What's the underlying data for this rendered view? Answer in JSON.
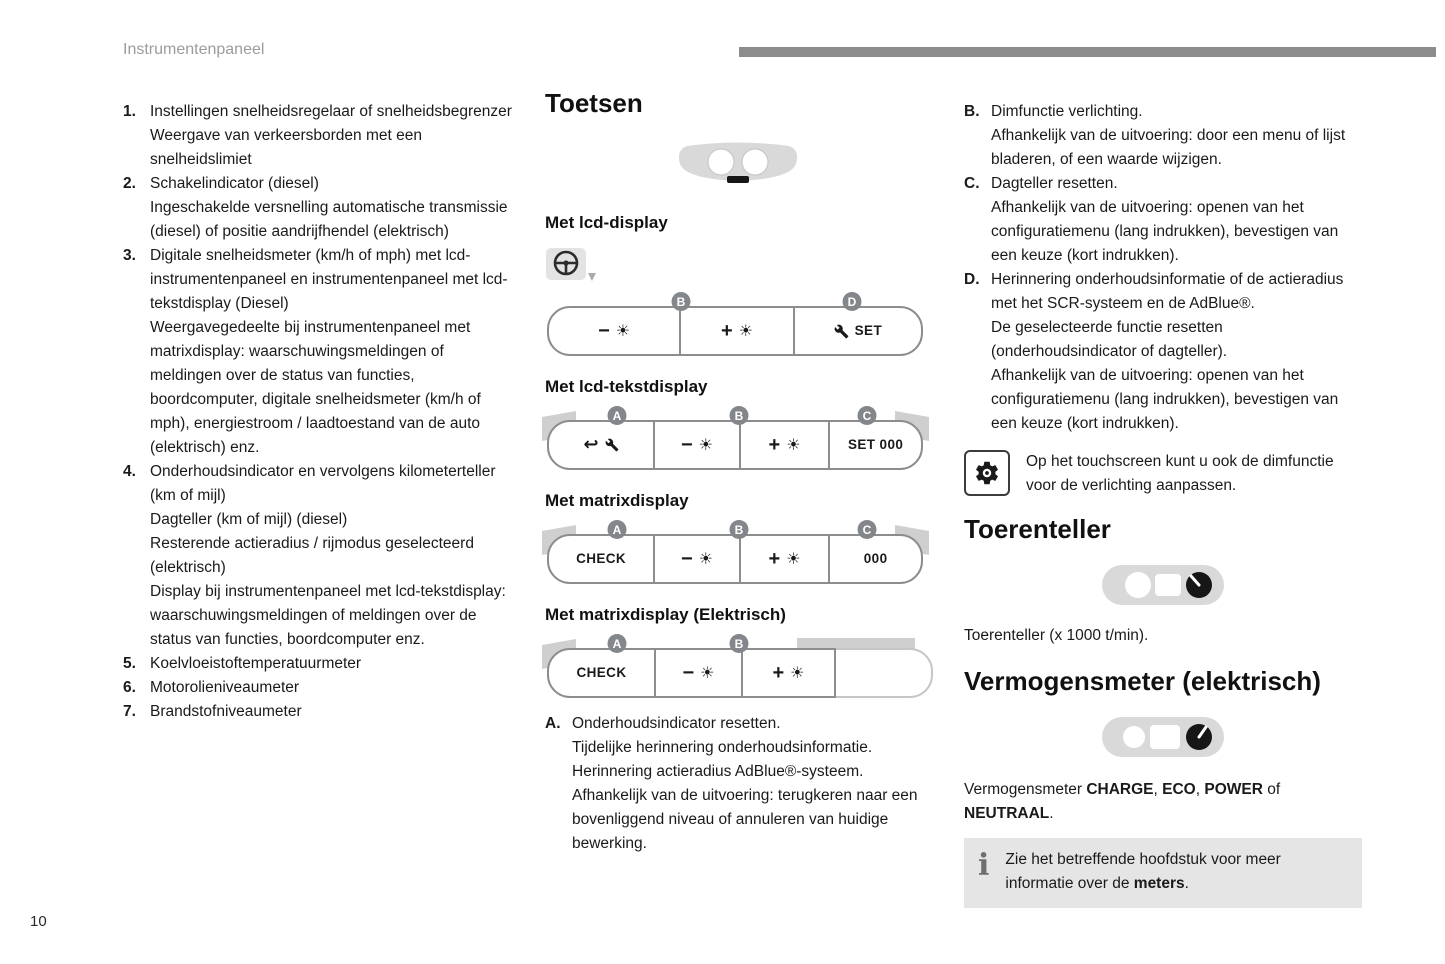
{
  "header": {
    "title": "Instrumentenpaneel",
    "page_number": "10"
  },
  "colors": {
    "header_bar": "#8c8c8c",
    "note_background": "#e5e5e5",
    "badge_gray": "#83878b",
    "illustration_gray": "#d9d9d9"
  },
  "legend": {
    "items": [
      {
        "num": "1.",
        "text": "Instellingen snelheidsregelaar of snelheidsbegrenzer\nWeergave van verkeersborden met een snelheidslimiet"
      },
      {
        "num": "2.",
        "text": "Schakelindicator (diesel)\nIngeschakelde versnelling automatische transmissie (diesel) of positie aandrijfhendel (elektrisch)"
      },
      {
        "num": "3.",
        "text": "Digitale snelheidsmeter (km/h of mph) met lcd-instrumentenpaneel en instrumentenpaneel met lcd-tekstdisplay (Diesel)\nWeergavegedeelte bij instrumentenpaneel met matrixdisplay: waarschuwingsmeldingen of meldingen over de status van functies, boordcomputer, digitale snelheidsmeter (km/h of mph), energiestroom / laadtoestand van de auto (elektrisch) enz."
      },
      {
        "num": "4.",
        "text": "Onderhoudsindicator en vervolgens kilometerteller (km of mijl)\nDagteller (km of mijl) (diesel)\nResterende actieradius / rijmodus geselecteerd (elektrisch)\nDisplay bij instrumentenpaneel met lcd-tekstdisplay: waarschuwingsmeldingen of meldingen over de status van functies, boordcomputer enz."
      },
      {
        "num": "5.",
        "text": "Koelvloeistoftemperatuurmeter"
      },
      {
        "num": "6.",
        "text": "Motorolieniveaumeter"
      },
      {
        "num": "7.",
        "text": "Brandstofniveaumeter"
      }
    ]
  },
  "toetsen": {
    "title": "Toetsen",
    "sub_lcd": "Met lcd-display",
    "sub_lcd_text": "Met lcd-tekstdisplay",
    "sub_matrix": "Met matrixdisplay",
    "sub_matrix_e": "Met matrixdisplay (Elektrisch)",
    "panels": {
      "lcd": {
        "badges": [
          "B",
          "D"
        ],
        "minus": "−",
        "plus": "+",
        "sun": "☀",
        "set": "SET"
      },
      "lcd_text": {
        "badges": [
          "A",
          "B",
          "C"
        ],
        "back": "↩",
        "minus": "−",
        "plus": "+",
        "sun": "☀",
        "set": "SET 000"
      },
      "matrix": {
        "badges": [
          "A",
          "B",
          "C"
        ],
        "check": "CHECK",
        "minus": "−",
        "plus": "+",
        "sun": "☀",
        "value": "000"
      },
      "matrix_e": {
        "badges": [
          "A",
          "B"
        ],
        "check": "CHECK",
        "minus": "−",
        "plus": "+",
        "sun": "☀"
      }
    },
    "item_a": {
      "num": "A.",
      "text": "Onderhoudsindicator resetten.\nTijdelijke herinnering onderhoudsinformatie.\nHerinnering actieradius AdBlue®-systeem.\nAfhankelijk van de uitvoering: terugkeren naar een bovenliggend niveau of annuleren van huidige bewerking."
    }
  },
  "right": {
    "item_b": {
      "num": "B.",
      "text": "Dimfunctie verlichting.\nAfhankelijk van de uitvoering: door een menu of lijst bladeren, of een waarde wijzigen."
    },
    "item_c": {
      "num": "C.",
      "text": "Dagteller resetten.\nAfhankelijk van de uitvoering: openen van het configuratiemenu (lang indrukken), bevestigen van een keuze (kort indrukken)."
    },
    "item_d": {
      "num": "D.",
      "text": "Herinnering onderhoudsinformatie of de actieradius met het SCR-systeem en de AdBlue®.\nDe geselecteerde functie resetten (onderhoudsindicator of dagteller).\nAfhankelijk van de uitvoering: openen van het configuratiemenu (lang indrukken), bevestigen van een keuze (kort indrukken)."
    },
    "touchscreen_note": "Op het touchscreen kunt u ook de dimfunctie voor de verlichting aanpassen."
  },
  "tachometer": {
    "title": "Toerenteller",
    "caption": "Toerenteller (x 1000 t/min)."
  },
  "power_meter": {
    "title": "Vermogensmeter (elektrisch)",
    "parts": {
      "t1": "Vermogensmeter ",
      "b1": "CHARGE",
      "t2": ", ",
      "b2": "ECO",
      "t3": ", ",
      "b3": "POWER",
      "t4": " of ",
      "b4": "NEUTRAAL",
      "t5": "."
    }
  },
  "info_note": {
    "icon": "i",
    "parts": {
      "t1": "Zie het betreffende hoofdstuk voor meer informatie over de ",
      "b1": "meters",
      "t2": "."
    }
  }
}
